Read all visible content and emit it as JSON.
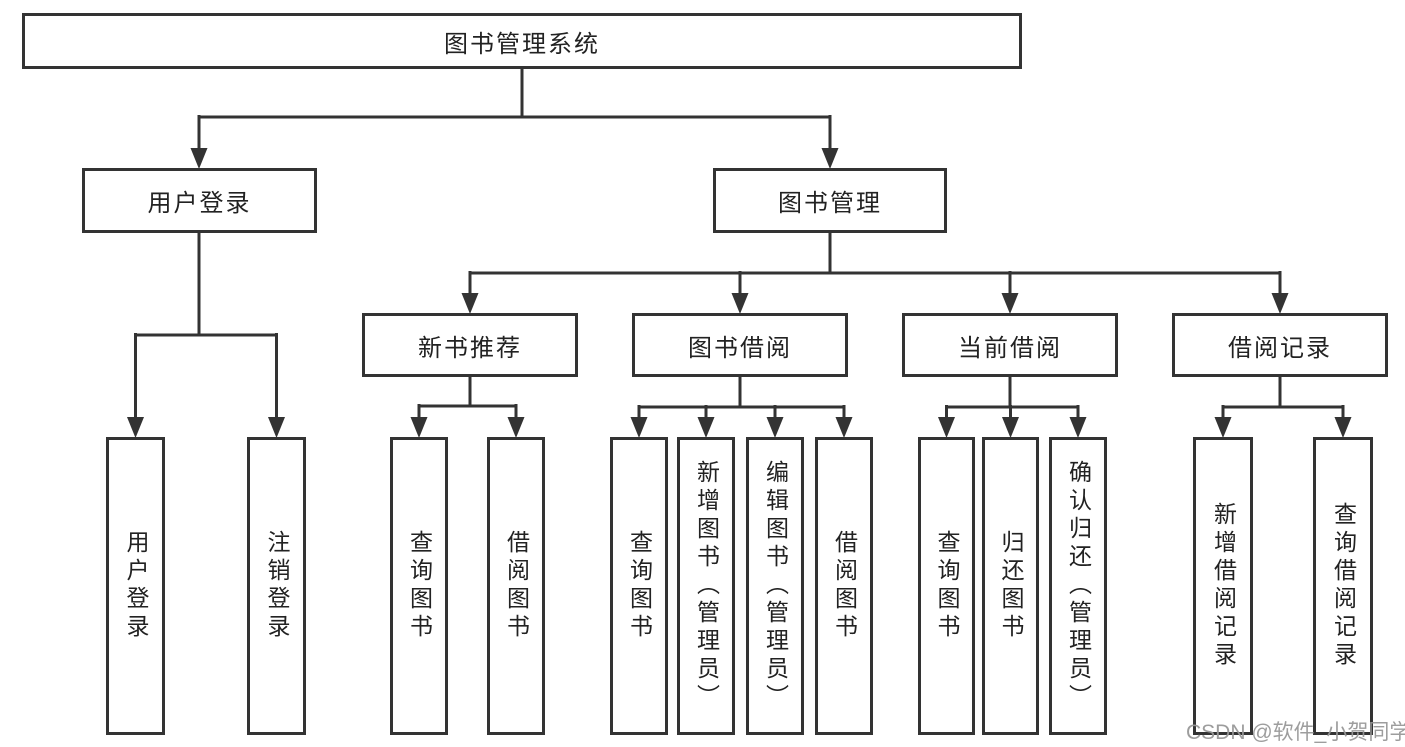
{
  "title": "图书管理系统",
  "nodes": {
    "level2": [
      "用户登录",
      "图书管理"
    ],
    "level3": [
      "新书推荐",
      "图书借阅",
      "当前借阅",
      "借阅记录"
    ],
    "leaves_user_login": [
      "用户登录",
      "注销登录"
    ],
    "leaves_new_books": [
      "查询图书",
      "借阅图书"
    ],
    "leaves_book_borrow": [
      "查询图书",
      "新增图书（管理员）",
      "编辑图书（管理员）",
      "借阅图书"
    ],
    "leaves_current_borrow": [
      "查询图书",
      "归还图书",
      "确认归还（管理员）"
    ],
    "leaves_borrow_records": [
      "新增借阅记录",
      "查询借阅记录"
    ]
  },
  "watermark": "CSDN @软件_小贺同学",
  "colors": {
    "line": "#333333",
    "text": "#222222",
    "watermark": "#989898"
  }
}
